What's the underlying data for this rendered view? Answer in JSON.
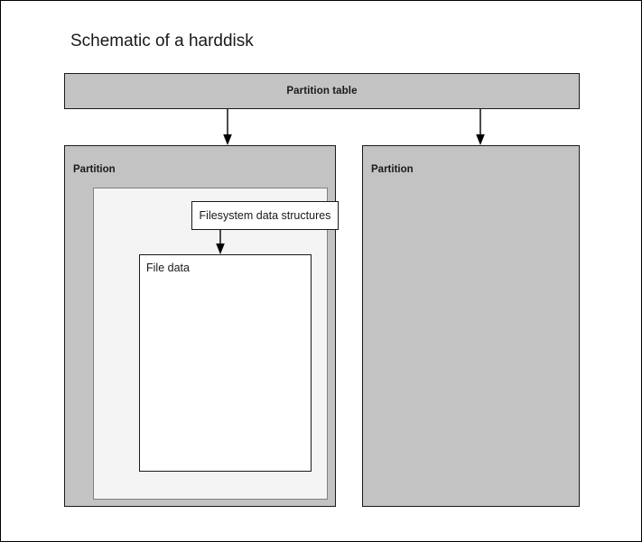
{
  "diagram": {
    "title": "Schematic of a harddisk",
    "background_color": "#ffffff",
    "border_color": "#000000",
    "partition_fill": "#c3c3c3",
    "filesystem_fill": "#f4f4f4",
    "file_data_fill": "#ffffff",
    "stroke_color": "#1a1a1a"
  },
  "partition_table": {
    "label": "Partition table"
  },
  "partitions": [
    {
      "label": "Partition",
      "filesystem": {
        "data_structures_label": "Filesystem data structures",
        "file_data_label": "File data"
      }
    },
    {
      "label": "Partition"
    }
  ],
  "arrows": [
    {
      "name": "partition-table-to-partition-1"
    },
    {
      "name": "partition-table-to-partition-2"
    },
    {
      "name": "fs-structures-to-file-data"
    }
  ]
}
